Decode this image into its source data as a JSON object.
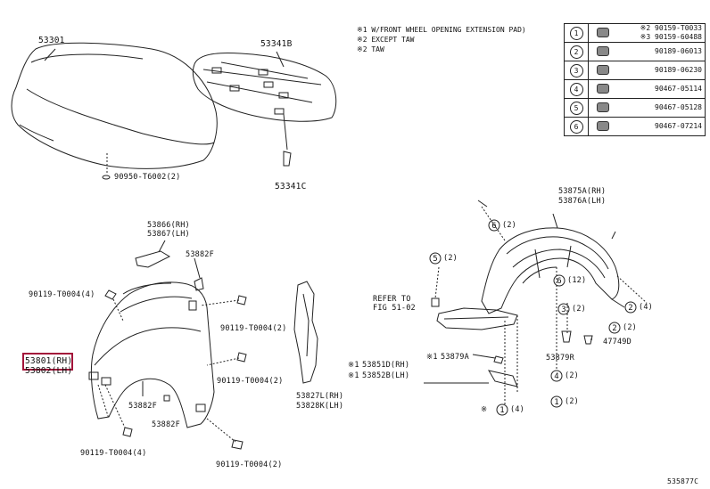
{
  "labels": {
    "hood": "53301",
    "hood_insulator": "53341B",
    "insulator_clip": "53341C",
    "hood_bolt": "90950-T6002(2)",
    "fender_seal_rh": "53866(RH)",
    "fender_seal_lh": "53867(LH)",
    "fender_bracket_top": "53882F",
    "bolt_upper_left": "90119-T0004(4)",
    "bolt_upper_right": "90119-T0004(2)",
    "fender_rh": "53801(RH)",
    "fender_lh": "53802(LH)",
    "bolt_mid_right": "90119-T0004(2)",
    "fender_bracket_mid": "53882F",
    "fender_bracket_low": "53882F",
    "bolt_lower_left": "90119-T0004(4)",
    "bolt_lower_right": "90119-T0004(2)",
    "fender_panel_rh": "53827L(RH)",
    "fender_panel_lh": "53828K(LH)",
    "liner_rh": "53875A(RH)",
    "liner_lh": "53876A(LH)",
    "refer_to_1": "REFER TO",
    "refer_to_2": "FIG 51-02",
    "splash_shield": "53879A",
    "splash_shield_r": "53879R",
    "mudguard_rh": "53851D(RH)",
    "mudguard_lh": "53852B(LH)",
    "clip_47749d": "47749D",
    "mark_star": "※",
    "mark_star1": "※1",
    "callout_6_2": "(2)",
    "callout_5_2": "(2)",
    "callout_6_12": "(12)",
    "callout_3_2": "(2)",
    "callout_2_2": "(2)",
    "callout_2_4": "(4)",
    "callout_4_2": "(2)",
    "callout_1_2": "(2)",
    "callout_1_4": "(4)",
    "figure_code": "535877C"
  },
  "notes": [
    "※1 W/FRONT WHEEL OPENING EXTENSION PAD)",
    "※2 EXCEPT TAW",
    "※2 TAW"
  ],
  "legend": [
    {
      "num": "1",
      "icon": "clip-icon",
      "parts": [
        "※2 90159-T0033",
        "※3 90159-60488"
      ]
    },
    {
      "num": "2",
      "icon": "clip-icon",
      "parts": [
        "90189-06013"
      ]
    },
    {
      "num": "3",
      "icon": "clip-icon",
      "parts": [
        "90189-06230"
      ]
    },
    {
      "num": "4",
      "icon": "clip-icon",
      "parts": [
        "90467-05114"
      ]
    },
    {
      "num": "5",
      "icon": "clip-icon",
      "parts": [
        "90467-05128"
      ]
    },
    {
      "num": "6",
      "icon": "clip-icon",
      "parts": [
        "90467-07214"
      ]
    }
  ],
  "accent": "#a3143a"
}
